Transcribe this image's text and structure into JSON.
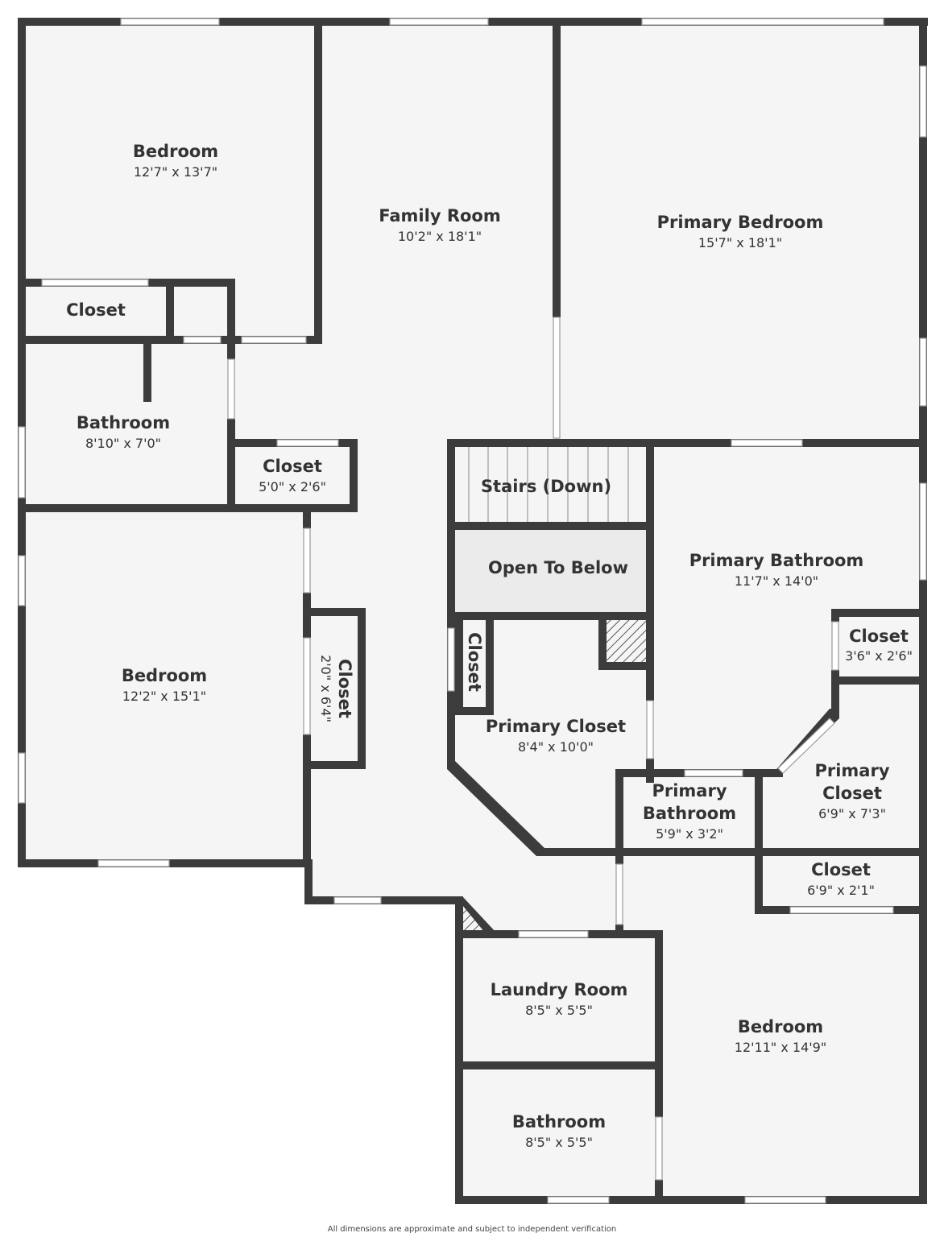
{
  "rooms": {
    "bedroom_nw": {
      "name": "Bedroom",
      "dim": "12'7\" x 13'7\""
    },
    "family_room": {
      "name": "Family Room",
      "dim": "10'2\" x 18'1\""
    },
    "primary_bedroom": {
      "name": "Primary Bedroom",
      "dim": "15'7\" x 18'1\""
    },
    "closet_nw": {
      "name": "Closet"
    },
    "bathroom_w": {
      "name": "Bathroom",
      "dim": "8'10\" x 7'0\""
    },
    "closet_hall": {
      "name": "Closet",
      "dim": "5'0\" x 2'6\""
    },
    "stairs": {
      "name": "Stairs (Down)"
    },
    "open_below": {
      "name": "Open To Below"
    },
    "primary_bathroom": {
      "name": "Primary Bathroom",
      "dim": "11'7\" x 14'0\""
    },
    "closet_small_e": {
      "name": "Closet",
      "dim": "3'6\" x 2'6\""
    },
    "bedroom_w": {
      "name": "Bedroom",
      "dim": "12'2\" x 15'1\""
    },
    "closet_vertical": {
      "name": "Closet",
      "dim": "2'0\" x 6'4\""
    },
    "closet_mid": {
      "name": "Closet"
    },
    "primary_closet_mid": {
      "name": "Primary Closet",
      "dim": "8'4\" x 10'0\""
    },
    "primary_closet_e": {
      "line1": "Primary",
      "line2": "Closet",
      "dim": "6'9\" x 7'3\""
    },
    "primary_bathroom_small": {
      "line1": "Primary",
      "line2": "Bathroom",
      "dim": "5'9\" x 3'2\""
    },
    "closet_se": {
      "name": "Closet",
      "dim": "6'9\" x 2'1\""
    },
    "laundry": {
      "name": "Laundry Room",
      "dim": "8'5\" x 5'5\""
    },
    "bedroom_se": {
      "name": "Bedroom",
      "dim": "12'11\" x 14'9\""
    },
    "bathroom_s": {
      "name": "Bathroom",
      "dim": "8'5\" x 5'5\""
    }
  },
  "footer": {
    "disclaimer": "All dimensions are approximate and subject to independent verification"
  },
  "colors": {
    "wall": "#3c3c3c",
    "floor": "#f5f5f5",
    "open_below": "#ebebeb",
    "text": "#333333",
    "window": "#ffffff"
  }
}
